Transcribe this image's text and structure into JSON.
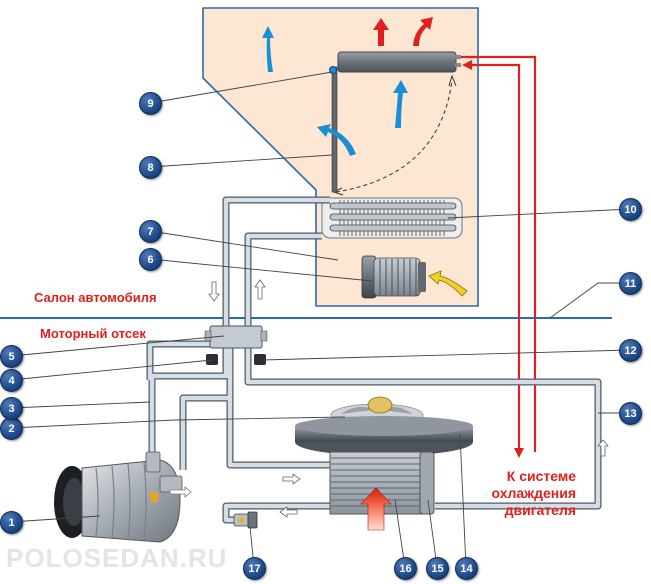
{
  "labels": {
    "cabin": "Салон автомобиля",
    "engine_bay": "Моторный отсек",
    "coolant_line1": "К системе",
    "coolant_line2": "охлаждения",
    "coolant_line3": "двигателя",
    "watermark": "POLOSEDAN.RU"
  },
  "callouts": [
    "1",
    "2",
    "3",
    "4",
    "5",
    "6",
    "7",
    "8",
    "9",
    "10",
    "11",
    "12",
    "13",
    "14",
    "15",
    "16",
    "17"
  ],
  "colors": {
    "cabin_fill": "#fde7d3",
    "box_outline": "#2a68b0",
    "pipe_fill": "#d5dde5",
    "pipe_stroke": "#4f5a66",
    "hot_arrow": "#e0201c",
    "air_arrow": "#1a8fd6",
    "badge": "#1d4a8a",
    "divider": "#2a68b0"
  }
}
